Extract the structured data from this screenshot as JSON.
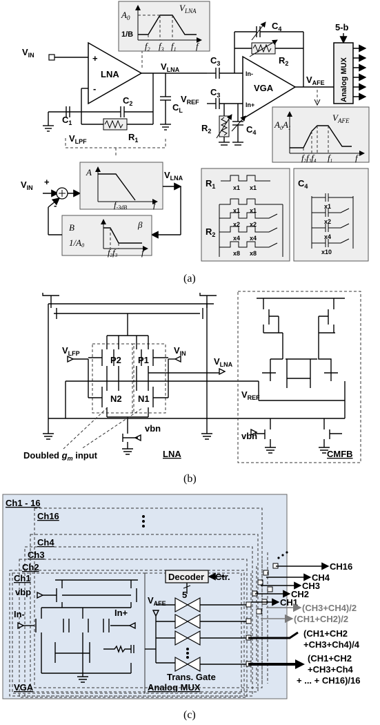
{
  "panel_a": {
    "caption": "(a)",
    "v_in": "V",
    "v_in_sub": "IN",
    "lna": "LNA",
    "plus": "+",
    "minus": "-",
    "v_lna": "V",
    "v_lna_sub": "LNA",
    "c1": "C",
    "c1_sub": "1",
    "c2": "C",
    "c2_sub": "2",
    "cl": "C",
    "cl_sub": "L",
    "r1": "R",
    "r1_sub": "1",
    "v_lpf": "V",
    "v_lpf_sub": "LPF",
    "c3": "C",
    "c3_sub": "3",
    "c4": "C",
    "c4_sub": "4",
    "r2": "R",
    "r2_sub": "2",
    "v_ref": "V",
    "v_ref_sub": "REF",
    "vga": "VGA",
    "in_minus": "In-",
    "in_plus": "In+",
    "v_afe": "V",
    "v_afe_sub": "AFE",
    "five_b": "5-b",
    "analog_mux": "Analog MUX",
    "bode_lna": {
      "a0": "A",
      "a0_sub": "0",
      "invb": "1/B",
      "title": "V",
      "title_sub": "LNA",
      "f2": "f",
      "f2_sub": "2",
      "f3": "f",
      "f3_sub": "3",
      "f1": "f",
      "f1_sub": "1",
      "f": "f"
    },
    "bode_afe": {
      "a0a1": "A",
      "a0a1_sub": "0",
      "a1": "A",
      "a1_sub": "1",
      "title": "V",
      "title_sub": "AFE",
      "f2f3f4": "f",
      "f1": "f",
      "f": "f"
    },
    "loop_a": {
      "a": "A",
      "f3db": "f",
      "f3db_sub": "-3dB",
      "f": "f"
    },
    "loop_b": {
      "b": "B",
      "beta": "β",
      "inva0": "1/A",
      "inva0_sub": "0",
      "f2": "f",
      "f3": "f",
      "f": "f"
    },
    "r_bank": {
      "r1": "R",
      "r1_sub": "1",
      "r2": "R",
      "r2_sub": "2",
      "x1": "x1",
      "x2": "x2",
      "x4": "x4",
      "x8": "x8"
    },
    "c_bank": {
      "c4": "C",
      "c4_sub": "4",
      "x1": "x1",
      "x2": "x2",
      "x4": "x4",
      "x10": "x10"
    }
  },
  "panel_b": {
    "caption": "(b)",
    "v_lfp": "V",
    "v_lfp_sub": "LFP",
    "v_in": "V",
    "v_in_sub": "IN",
    "v_lna": "V",
    "v_lna_sub": "LNA",
    "v_ref": "V",
    "v_ref_sub": "REF",
    "p1": "P1",
    "p2": "P2",
    "n1": "N1",
    "n2": "N2",
    "vbn_left": "vbn",
    "vbn_right": "vbn",
    "doubled": "Doubled",
    "gm": "g",
    "gm_sub": "m",
    "input": "input",
    "lna": "LNA",
    "cmfb": "CMFB"
  },
  "panel_c": {
    "caption": "(c)",
    "channels": [
      "Ch1 - 16",
      "Ch16",
      "Ch4",
      "Ch3",
      "Ch2",
      "Ch1"
    ],
    "vbp": "vbp",
    "in_minus": "In-",
    "in_plus": "In+",
    "v_afe": "V",
    "v_afe_sub": "AFE",
    "decoder": "Decoder",
    "ctr": "Ctr.",
    "five": "5",
    "trans_gate": "Trans. Gate",
    "vga": "VGA",
    "analog_mux": "Analog MUX",
    "outputs": [
      "CH16",
      "CH4",
      "CH3",
      "CH2",
      "CH1",
      "(CH3+CH4)/2",
      "(CH1+CH2)/2"
    ],
    "sum4_a": "(CH1+CH2",
    "sum4_b": "+CH3+Ch4)/4",
    "sum16_a": "(CH1+CH2",
    "sum16_b": "+CH3+Ch4",
    "sum16_c": "+ ... + CH16)/16"
  }
}
